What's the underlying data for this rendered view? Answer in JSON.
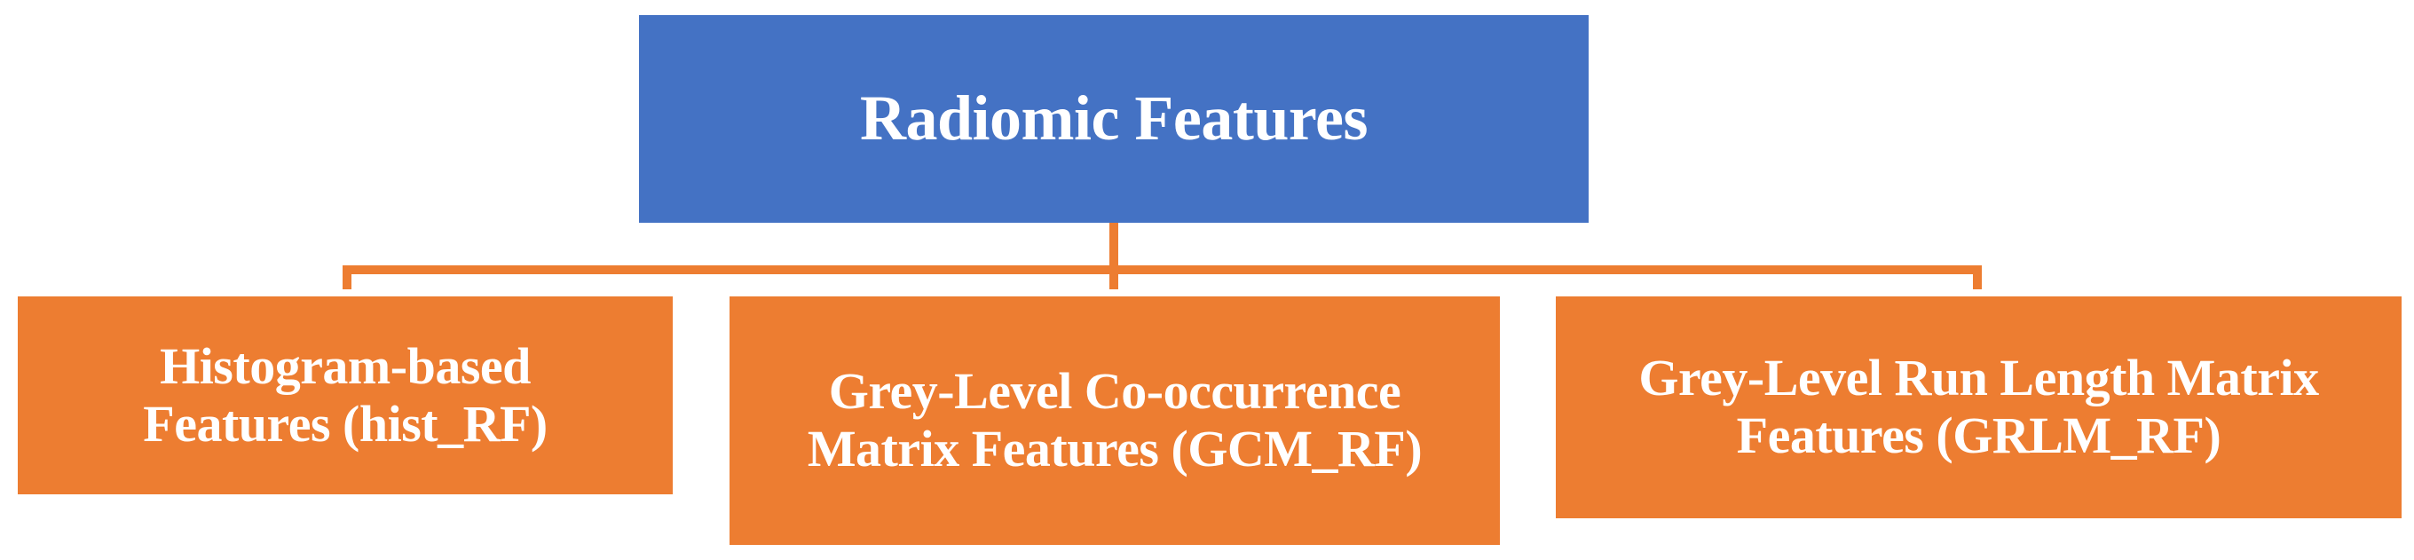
{
  "diagram": {
    "type": "hierarchy-tree",
    "orientation": "top-down",
    "levels": 2,
    "colors": {
      "root_fill": "#4472C4",
      "child_fill": "#ED7D31",
      "connector": "#ED7D31",
      "label_text": "#FFFFFF",
      "background": "#FFFFFF"
    },
    "root": {
      "label": "Radiomic Features"
    },
    "children": [
      {
        "id": "hist_RF",
        "label_line1": "Histogram-based",
        "label_line2": "Features (hist_RF)",
        "label": "Histogram-based Features (hist_RF)",
        "abbreviation": "hist_RF"
      },
      {
        "id": "GCM_RF",
        "label_line1": "Grey-Level Co-occurrence",
        "label_line2": "Matrix Features (GCM_RF)",
        "label": "Grey-Level Co-occurrence Matrix Features (GCM_RF)",
        "abbreviation": "GCM_RF"
      },
      {
        "id": "GRLM_RF",
        "label_line1": "Grey-Level Run Length Matrix",
        "label_line2": "Features (GRLM_RF)",
        "label": "Grey-Level Run Length Matrix Features (GRLM_RF)",
        "abbreviation": "GRLM_RF"
      }
    ]
  }
}
